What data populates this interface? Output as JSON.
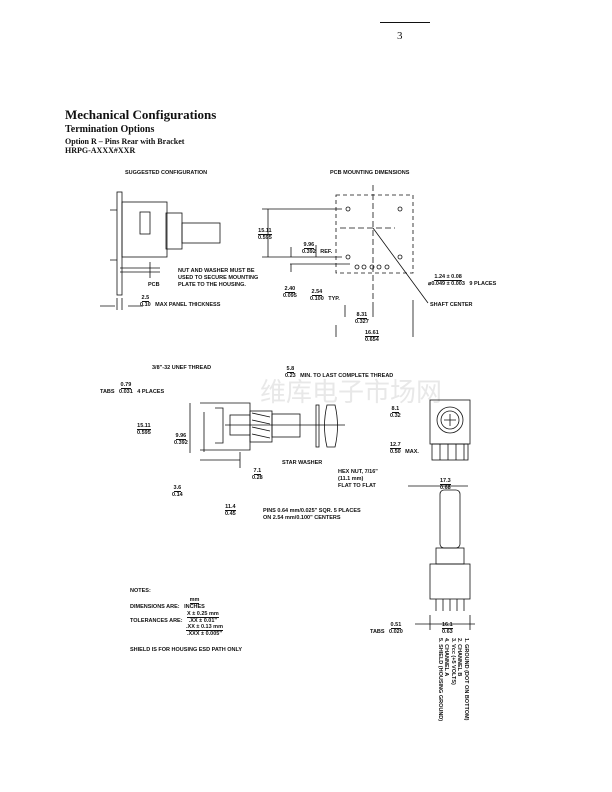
{
  "page_number": "3",
  "title": "Mechanical Configurations",
  "subtitle": "Termination Options",
  "option": "Option R – Pins Rear with Bracket",
  "part": "HRPG-AXXX#XXR",
  "watermark": "维库电子市场网",
  "top_left": {
    "heading": "SUGGESTED CONFIGURATION",
    "pcb": "PCB",
    "nut_note": [
      "NUT AND WASHER MUST BE",
      "USED TO SECURE MOUNTING",
      "PLATE TO THE HOUSING."
    ],
    "panel": {
      "mm": "2.5",
      "in": "0.10",
      "label": "MAX PANEL THICKNESS"
    }
  },
  "top_right": {
    "heading": "PCB MOUNTING DIMENSIONS",
    "d1": {
      "mm": "15.11",
      "in": "0.595"
    },
    "d2": {
      "mm": "9.96",
      "in": "0.392",
      "label": "REF."
    },
    "d3": {
      "mm": "2.40",
      "in": "0.095"
    },
    "d4": {
      "mm": "2.54",
      "in": "0.100",
      "label": "TYP."
    },
    "d5": {
      "mm": "8.31",
      "in": "0.327"
    },
    "d6": {
      "mm": "16.61",
      "in": "0.654"
    },
    "hole": {
      "mm": "1.24 ± 0.08",
      "in": "0.049 ± 0.003",
      "label": "9 PLACES"
    },
    "shaft": "SHAFT CENTER"
  },
  "middle": {
    "thread": "3/8\"-32 UNEF THREAD",
    "min": {
      "mm": "5.8",
      "in": "0.23",
      "label": "MIN. TO LAST COMPLETE THREAD"
    },
    "tabs": {
      "prefix": "TABS",
      "mm": "0.79",
      "in": "0.031",
      "label": "4 PLACES"
    },
    "h": {
      "mm": "15.11",
      "in": "0.595"
    },
    "c": {
      "mm": "9.96",
      "in": "0.392"
    },
    "p": {
      "mm": "3.6",
      "in": "0.14"
    },
    "l": {
      "mm": "11.4",
      "in": "0.45"
    },
    "s": {
      "mm": "7.1",
      "in": "0.28"
    },
    "star": "STAR WASHER",
    "hex": [
      "HEX NUT, 7/16\"",
      "(11.1 mm)",
      "FLAT TO FLAT"
    ],
    "pins": [
      "PINS 0.64 mm/0.025\" SQR. 5 PLACES",
      "ON 2.54 mm/0.100\" CENTERS"
    ]
  },
  "right": {
    "a": {
      "mm": "8.1",
      "in": "0.32"
    },
    "b": {
      "mm": "12.7",
      "in": "0.50",
      "label": "MAX."
    },
    "w": {
      "mm": "17.3",
      "in": "0.68"
    },
    "tabs": {
      "prefix": "TABS",
      "mm": "0.51",
      "in": "0.020"
    },
    "w2": {
      "mm": "16.1",
      "in": "0.63"
    },
    "pinout": [
      "1. GROUND (DOT ON BOTTOM)",
      "2. CHANNEL B",
      "3. Vcc (+5 VOLTS)",
      "4. CHANNEL A",
      "5. SHIELD (HOUSING GROUND)"
    ]
  },
  "notes": {
    "title": "NOTES:",
    "dims": "DIMENSIONS ARE:",
    "dims_top": "mm",
    "dims_bot": "INCHES",
    "tol": "TOLERANCES ARE:",
    "t1": "X ± 0.25 mm",
    "t2": ".XX ± 0.01\"",
    "t3": ".XX ± 0.13 mm",
    "t4": ".XXX ± 0.005\"",
    "shield": "SHIELD IS FOR HOUSING ESD PATH ONLY"
  }
}
